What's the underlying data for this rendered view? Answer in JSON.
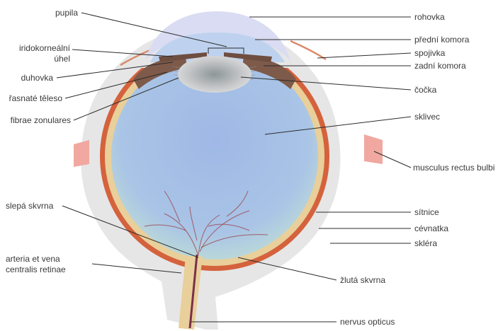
{
  "labels": {
    "pupila": "pupila",
    "iridokornealni_1": "iridokorneální",
    "iridokornealni_2": "úhel",
    "duhovka": "duhovka",
    "rasnate_teleso": "řasnaté těleso",
    "fibrae_zonulares": "fibrae zonulares",
    "slepa_skvrna": "slepá skvrna",
    "arteria_1": "arteria et vena",
    "arteria_2": "centralis retinae",
    "rohovka": "rohovka",
    "predni_komora": "přední komora",
    "spojivka": "spojivka",
    "zadni_komora": "zadní komora",
    "cocka": "čočka",
    "sklivec": "sklivec",
    "musculus": "musculus rectus bulbi",
    "sitnice": "sítnice",
    "cevnatka": "cévnatka",
    "sklera": "skléra",
    "zluta_skvrna": "žlutá skvrna",
    "nervus_opticus": "nervus opticus"
  },
  "colors": {
    "sclera": "#e6e6e6",
    "choroid": "#d4623d",
    "retina": "#e9cf9a",
    "vitreous": "#a8c3e4",
    "cornea": "#dcdff4",
    "iris": "#7d5a4a",
    "lens": "#b9b9b9",
    "conjunctiva": "#d98a6a",
    "vessels": "#9c4a55"
  }
}
